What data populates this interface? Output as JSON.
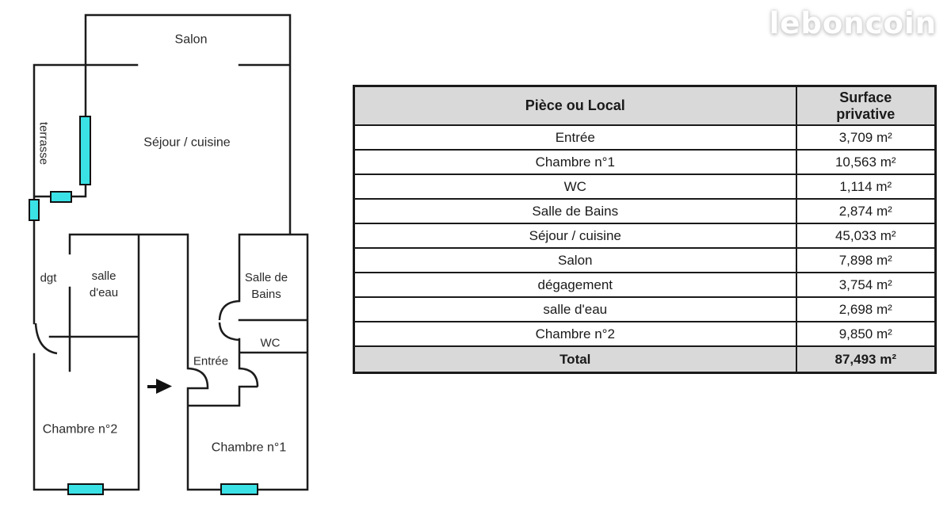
{
  "logo": {
    "text": "leboncoin"
  },
  "floor_plan": {
    "wall_color": "#1c1c1c",
    "window_color": "#3ae2e6",
    "labels": {
      "salon": "Salon",
      "sejour": "Séjour / cuisine",
      "terrasse": "terrasse",
      "dgt": "dgt",
      "salle_eau_1": "salle",
      "salle_eau_2": "d'eau",
      "sdb_1": "Salle de",
      "sdb_2": "Bains",
      "wc": "WC",
      "entree": "Entrée",
      "chambre2": "Chambre n°2",
      "chambre1": "Chambre n°1"
    }
  },
  "table": {
    "header_piece": "Pièce ou Local",
    "header_surface_1": "Surface",
    "header_surface_2": "privative",
    "rows": [
      {
        "piece": "Entrée",
        "surface": "3,709 m²"
      },
      {
        "piece": "Chambre n°1",
        "surface": "10,563 m²"
      },
      {
        "piece": "WC",
        "surface": "1,114 m²"
      },
      {
        "piece": "Salle de Bains",
        "surface": "2,874 m²"
      },
      {
        "piece": "Séjour / cuisine",
        "surface": "45,033 m²"
      },
      {
        "piece": "Salon",
        "surface": "7,898 m²"
      },
      {
        "piece": "dégagement",
        "surface": "3,754 m²"
      },
      {
        "piece": "salle d'eau",
        "surface": "2,698 m²"
      },
      {
        "piece": "Chambre n°2",
        "surface": "9,850 m²"
      }
    ],
    "total_label": "Total",
    "total_value": "87,493 m²"
  }
}
